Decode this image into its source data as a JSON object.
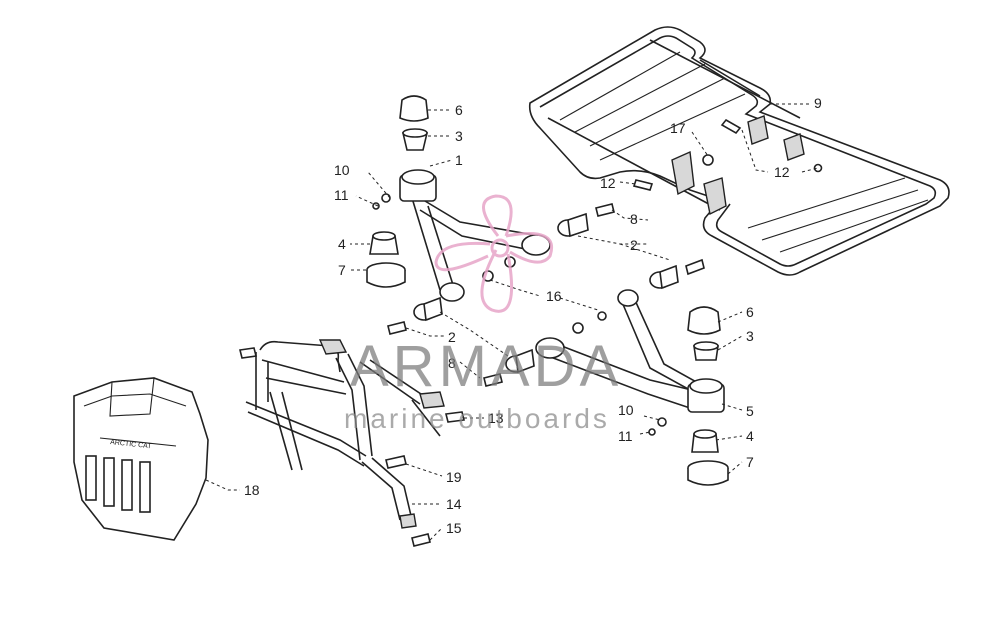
{
  "watermark": {
    "brand": "ARMADA",
    "tagline": "marine outboards",
    "logo_color": "#e7a5c8",
    "text_color": "#7b7b7b"
  },
  "callouts": {
    "p1": "1",
    "p2a": "2",
    "p2b": "2",
    "p3a": "3",
    "p3b": "3",
    "p4a": "4",
    "p4b": "4",
    "p5": "5",
    "p6a": "6",
    "p6b": "6",
    "p7a": "7",
    "p7b": "7",
    "p8a": "8",
    "p8b": "8",
    "p9": "9",
    "p10a": "10",
    "p10b": "10",
    "p11a": "11",
    "p11b": "11",
    "p12a": "12",
    "p12b": "12",
    "p13": "13",
    "p14": "14",
    "p15": "15",
    "p16": "16",
    "p17": "17",
    "p18": "18",
    "p19": "19"
  },
  "guard_label": "ARCTIC CAT"
}
